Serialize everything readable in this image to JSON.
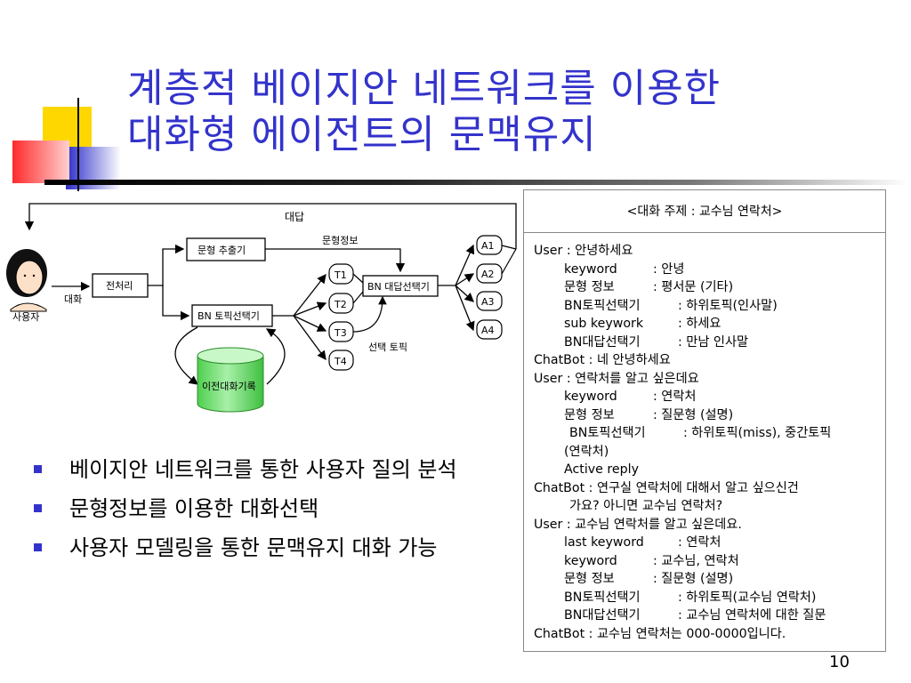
{
  "slide": {
    "title_line1": "계층적 베이지안 네트워크를 이용한",
    "title_line2": "대화형 에이전트의 문맥유지",
    "page_number": "10"
  },
  "diagram": {
    "answer": "대답",
    "utterance_type_info": "문형정보",
    "utterance_type_extractor": "문형 추출기",
    "preprocessing": "전처리",
    "dialogue": "대화",
    "user": "사용자",
    "bn_topic_selector": "BN 토픽선택기",
    "bn_answer_selector": "BN 대답선택기",
    "selected_topic": "선택 토픽",
    "previous_dialogue_record": "이전대화기록",
    "topics": [
      "T1",
      "T2",
      "T3",
      "T4"
    ],
    "answers": [
      "A1",
      "A2",
      "A3",
      "A4"
    ]
  },
  "bullets": [
    "베이지안 네트워크를 통한 사용자 질의 분석",
    "문형정보를 이용한 대화선택",
    "사용자 모델링을 통한 문맥유지 대화 가능"
  ],
  "dialogue_box": {
    "header": "<대화 주제 : 교수님 연락처>",
    "l1_spk": "User",
    "l1_txt": "  : 안녕하세요",
    "l2_k": "keyword",
    "l2_v": ": 안녕",
    "l3_k": "문형 정보",
    "l3_v": ": 평서문 (기타)",
    "l4_k": "BN토픽선택기",
    "l4_v": ": 하위토픽(인사말)",
    "l5_k": "sub keywork",
    "l5_v": ": 하세요",
    "l6_k": "BN대답선택기",
    "l6_v": ": 만남 인사말",
    "l7_spk": "ChatBot",
    "l7_txt": " : 네 안녕하세요",
    "l8_spk": "User",
    "l8_txt": "  : 연락처를 알고 싶은데요",
    "l9_k": "keyword",
    "l9_v": ": 연락처",
    "l10_k": "문형 정보",
    "l10_v": ": 질문형 (설명)",
    "l11_k": "BN토픽선택기",
    "l11_v": ": 하위토픽(miss), 중간토픽",
    "l12_txt": "(연락처)",
    "l13_txt": "Active reply",
    "l14_spk": "ChatBot",
    "l14_txt": " : 연구실 연락처에 대해서 알고 싶으신건",
    "l15_txt": "가요? 아니면 교수님 연락처?",
    "l16_spk": "User",
    "l16_txt": "  : 교수님 연락처를 알고 싶은데요.",
    "l17_k": "last keyword",
    "l17_v": ": 연락처",
    "l18_k": "keyword",
    "l18_v": ": 교수님, 연락처",
    "l19_k": "문형 정보",
    "l19_v": ": 질문형 (설명)",
    "l20_k": "BN토픽선택기",
    "l20_v": ": 하위토픽(교수님 연락처)",
    "l21_k": "BN대답선택기",
    "l21_v": ": 교수님 연락처에 대한 질문",
    "l22_spk": "ChatBot",
    "l22_txt": " : 교수님 연락처는 000-0000입니다."
  },
  "colors": {
    "title": "#3333cc",
    "deco_yellow": "#ffd700",
    "deco_red": "#ff2a2a",
    "deco_blue": "#2c2cc8",
    "db_green": "#66e066",
    "bullet": "#3333cc"
  }
}
